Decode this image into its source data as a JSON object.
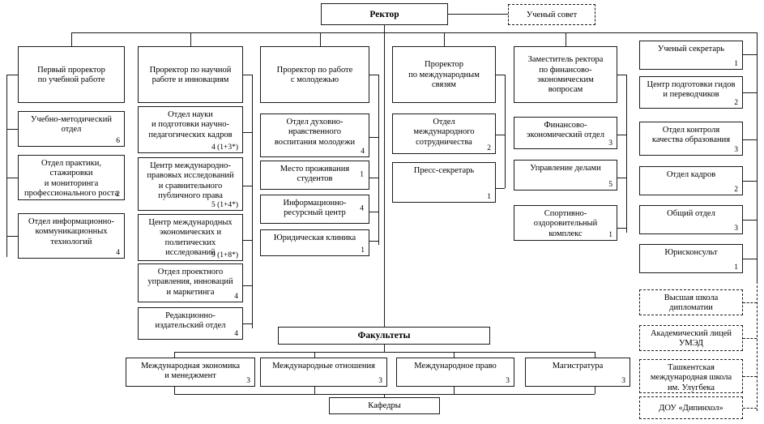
{
  "diagram": {
    "title_top": "Ректор",
    "council": "Ученый совет",
    "faculties_header": "Факультеты",
    "departments_footer": "Кафедры"
  },
  "top": {
    "rector": "Ректор",
    "academic_council": "Ученый совет"
  },
  "columns": {
    "col1": {
      "head": "Первый проректор\nпо учебной работе",
      "items": [
        {
          "label": "Учебно-методический\nотдел",
          "count": "6"
        },
        {
          "label": "Отдел практики, стажировки\nи мониторинга\nпрофессионального роста",
          "count": "2"
        },
        {
          "label": "Отдел информационно-\nкоммуникационных\nтехнологий",
          "count": "4"
        }
      ]
    },
    "col2": {
      "head": "Проректор по научной\nработе и инновациям",
      "items": [
        {
          "label": "Отдел науки\nи подготовки научно-\nпедагогических кадров",
          "count": "4 (1+3*)"
        },
        {
          "label": "Центр международно-\nправовых исследований\nи сравнительного\nпубличного права",
          "count": "5 (1+4*)"
        },
        {
          "label": "Центр международных\nэкономических и\nполитических исследований",
          "count": "9 (1+8*)"
        },
        {
          "label": "Отдел проектного\nуправления, инноваций\nи маркетинга",
          "count": "4"
        },
        {
          "label": "Редакционно-\nиздательский отдел",
          "count": "4"
        }
      ]
    },
    "col3": {
      "head": "Проректор по работе\nс молодежью",
      "items": [
        {
          "label": "Отдел духовно-\nнравственного\nвоспитания молодежи",
          "count": "4"
        },
        {
          "label": "Место проживания\nстудентов",
          "count": "1"
        },
        {
          "label": "Информационно-\nресурсный центр",
          "count": "4"
        },
        {
          "label": "Юридическая клиника",
          "count": "1"
        }
      ]
    },
    "col4": {
      "head": "Проректор\nпо международным\nсвязям",
      "items": [
        {
          "label": "Отдел\nмеждународного\nсотрудничества",
          "count": "2"
        },
        {
          "label": "Пресс-секретарь",
          "count": "1"
        }
      ]
    },
    "col5": {
      "head": "Заместитель ректора\nпо финансово-\nэкономическим\nвопросам",
      "items": [
        {
          "label": "Финансово-\nэкономический отдел",
          "count": "3"
        },
        {
          "label": "Управление делами",
          "count": "5"
        },
        {
          "label": "Спортивно-\nоздоровительный\nкомплекс",
          "count": "1"
        }
      ]
    },
    "col6": {
      "items": [
        {
          "label": "Ученый секретарь",
          "count": "1"
        },
        {
          "label": "Центр подготовки гидов\nи переводчиков",
          "count": "2"
        },
        {
          "label": "Отдел контроля\nкачества образования",
          "count": "3"
        },
        {
          "label": "Отдел кадров",
          "count": "2"
        },
        {
          "label": "Общий отдел",
          "count": "3"
        },
        {
          "label": "Юрисконсульт",
          "count": "1"
        }
      ],
      "dashed_items": [
        {
          "label": "Высшая школа\nдипломатии"
        },
        {
          "label": "Академический лицей\nУМЭД"
        },
        {
          "label": "Ташкентская\nмеждународная школа\nим. Улугбека"
        },
        {
          "label": "ДОУ «Дипинхол»"
        }
      ]
    }
  },
  "faculties": {
    "header": "Факультеты",
    "items": [
      {
        "label": "Международная экономика\nи менеджмент",
        "count": "3"
      },
      {
        "label": "Международные отношения",
        "count": "3"
      },
      {
        "label": "Международное право",
        "count": "3"
      },
      {
        "label": "Магистратура",
        "count": "3"
      }
    ],
    "footer": "Кафедры"
  },
  "colors": {
    "line": "#1a1a1a",
    "background": "#ffffff"
  }
}
